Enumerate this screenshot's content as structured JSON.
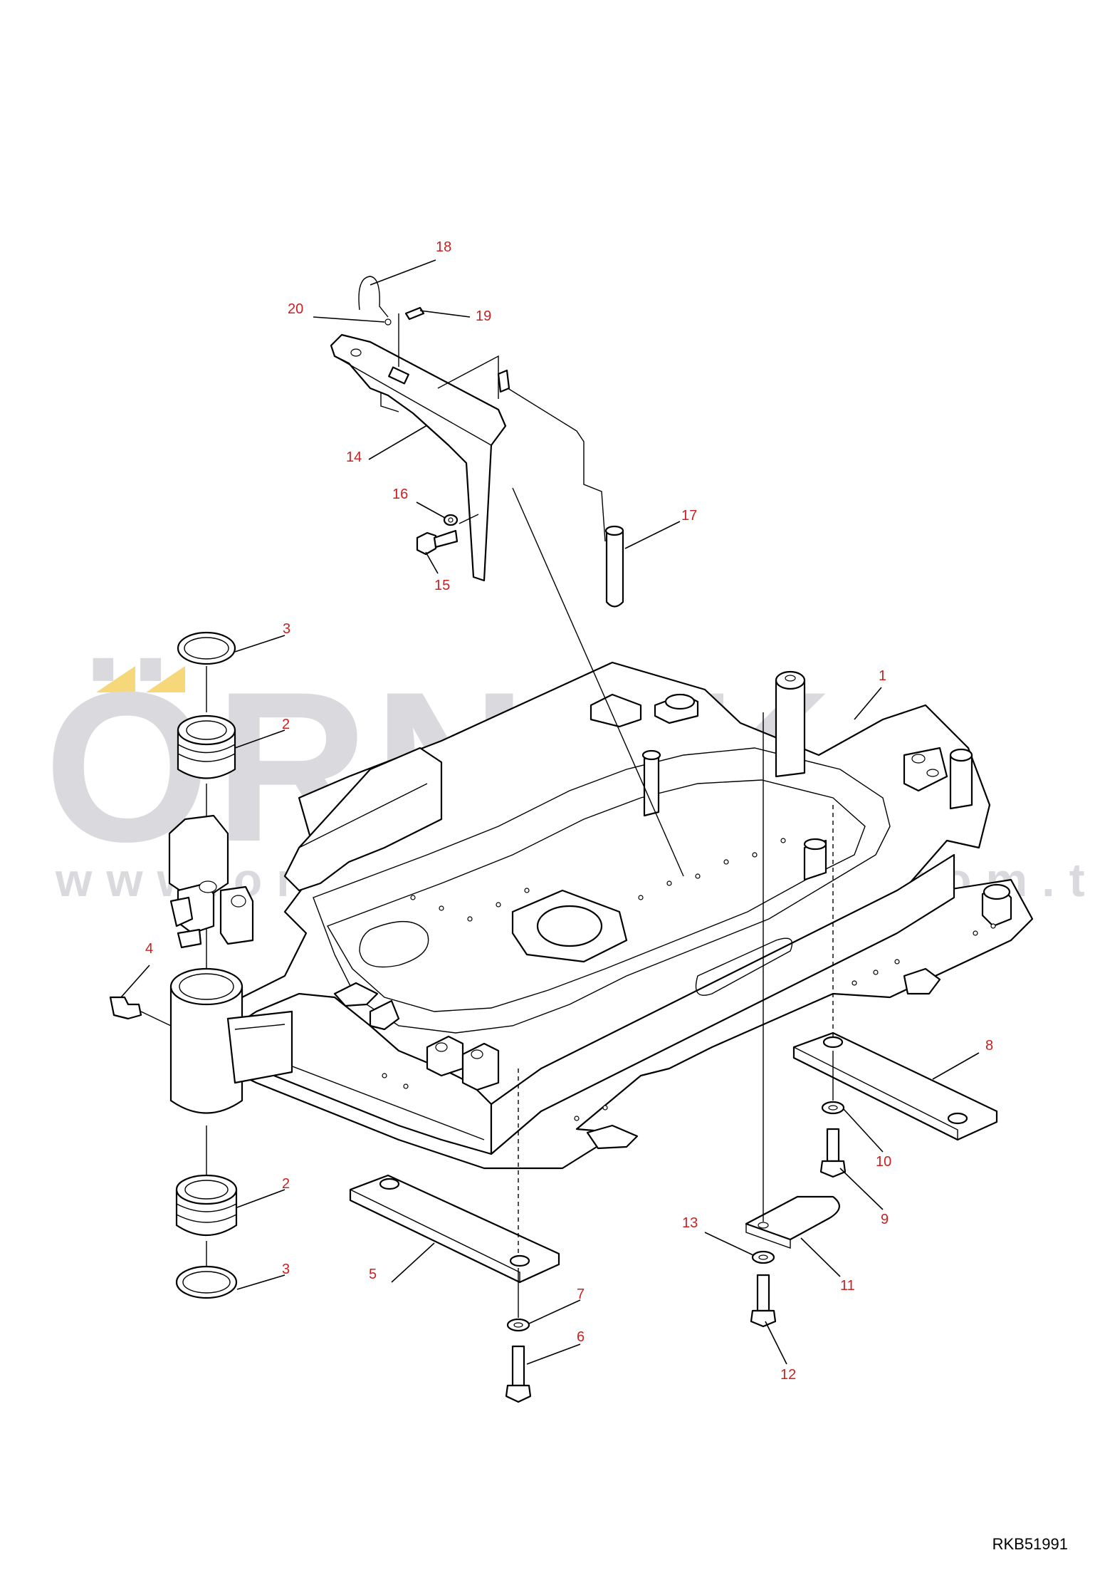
{
  "watermark": {
    "brand": "ÖRNEK",
    "url": "www.ornekismakinalari.com.tr"
  },
  "drawing_code": "RKB51991",
  "colors": {
    "callout_text": "#cc1f1f",
    "watermark_gray": "#d9d9de",
    "watermark_accent": "#f6d77a",
    "line": "#000000"
  },
  "callouts": [
    "1",
    "2",
    "2",
    "3",
    "3",
    "4",
    "5",
    "6",
    "7",
    "8",
    "9",
    "10",
    "11",
    "12",
    "13",
    "14",
    "15",
    "16",
    "17",
    "18",
    "19",
    "20"
  ]
}
